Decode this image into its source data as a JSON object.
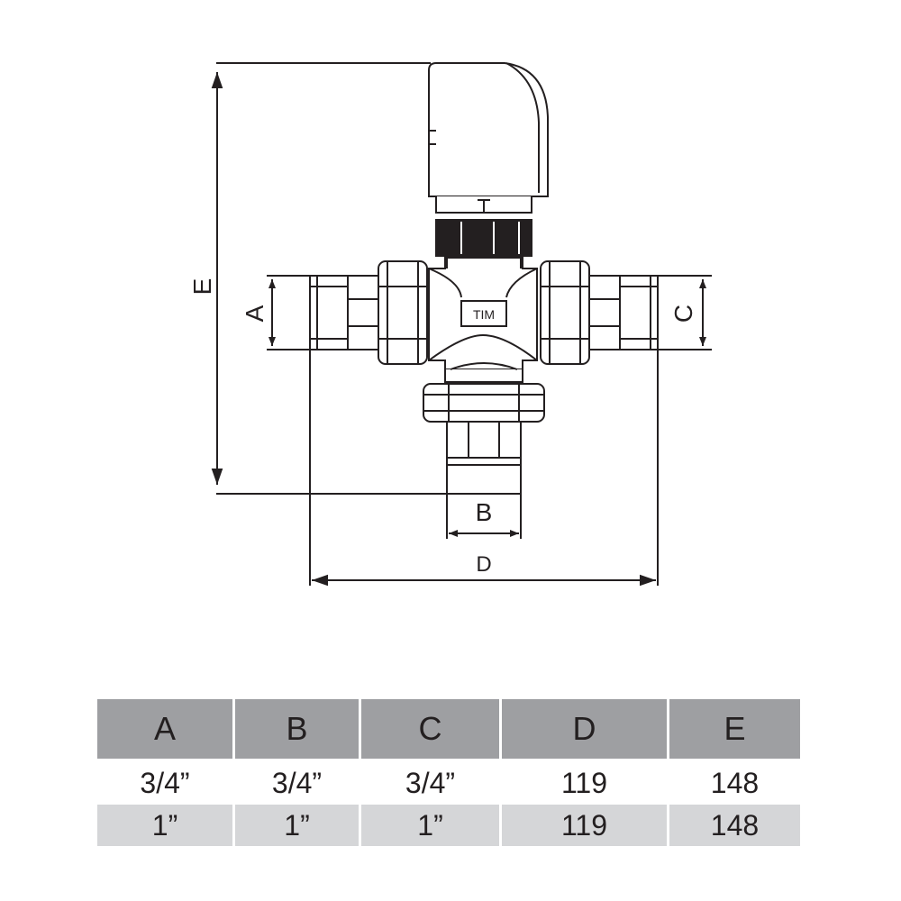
{
  "diagram": {
    "dimension_labels": {
      "a": "A",
      "b": "B",
      "c": "C",
      "d": "D",
      "e": "E"
    },
    "body_label": "TIM",
    "colors": {
      "line": "#231f20",
      "header_bg": "#9e9fa2",
      "alt_row_bg": "#d5d6d8"
    }
  },
  "table": {
    "headers": [
      "A",
      "B",
      "C",
      "D",
      "E"
    ],
    "rows": [
      [
        "3/4”",
        "3/4”",
        "3/4”",
        "119",
        "148"
      ],
      [
        "1”",
        "1”",
        "1”",
        "119",
        "148"
      ]
    ]
  }
}
